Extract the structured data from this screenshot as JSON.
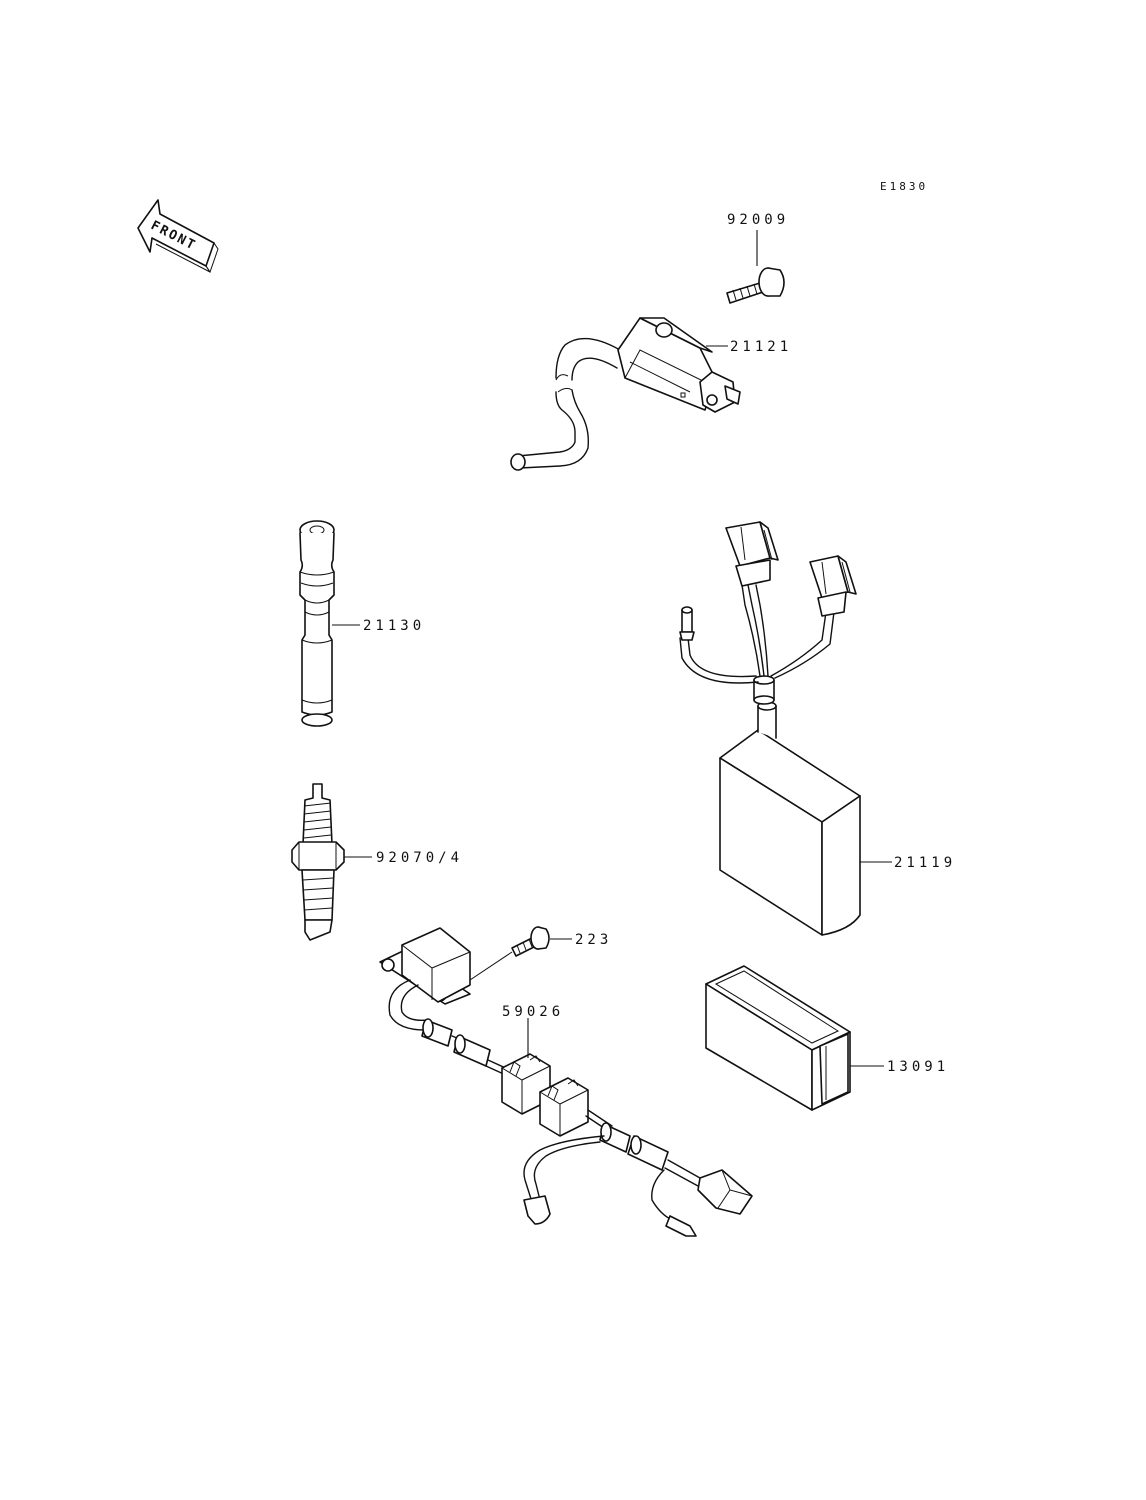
{
  "diagram_code": "E1830",
  "front_label": "FRONT",
  "parts": [
    {
      "id": "92009"
    },
    {
      "id": "21121"
    },
    {
      "id": "21130"
    },
    {
      "id": "92070/4"
    },
    {
      "id": "21119"
    },
    {
      "id": "223"
    },
    {
      "id": "59026"
    },
    {
      "id": "13091"
    }
  ]
}
